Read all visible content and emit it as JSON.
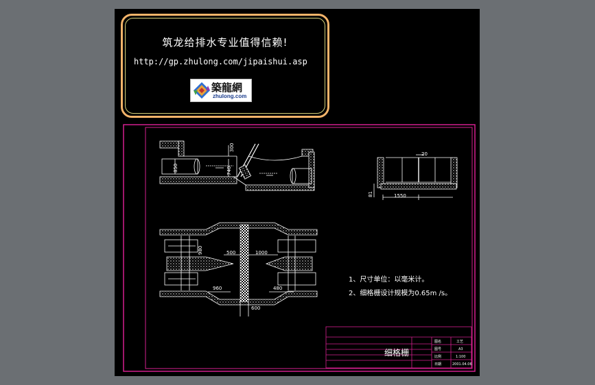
{
  "banner": {
    "slogan": "筑龙给排水专业值得信赖!",
    "url": "http://gp.zhulong.com/jipaishui.asp",
    "logo_title": "築龍網",
    "logo_sub": "zhulong.com"
  },
  "dimensions": {
    "d300": "300",
    "d850": "850",
    "d740": "740",
    "d20": "20",
    "d81": "81",
    "d1550": "1550",
    "d980": "980",
    "d500": "500",
    "d1000": "1000",
    "d960": "960",
    "d480": "480",
    "d600": "600"
  },
  "notes": {
    "line1": "1、尺寸单位：以毫米计。",
    "line2": "2、细格栅设计规模为0.65m /s。"
  },
  "title_block": {
    "title": "细格栅",
    "labels": [
      "图名",
      "图号",
      "比例",
      "日期"
    ],
    "values": [
      "工艺",
      "A3",
      "1:100",
      "2001.04.06"
    ]
  },
  "colors": {
    "background": "#6b6f73",
    "sheet": "#000000",
    "frame": "#d61f8f",
    "banner_border": "#f3b46a",
    "lines": "#ffffff"
  }
}
